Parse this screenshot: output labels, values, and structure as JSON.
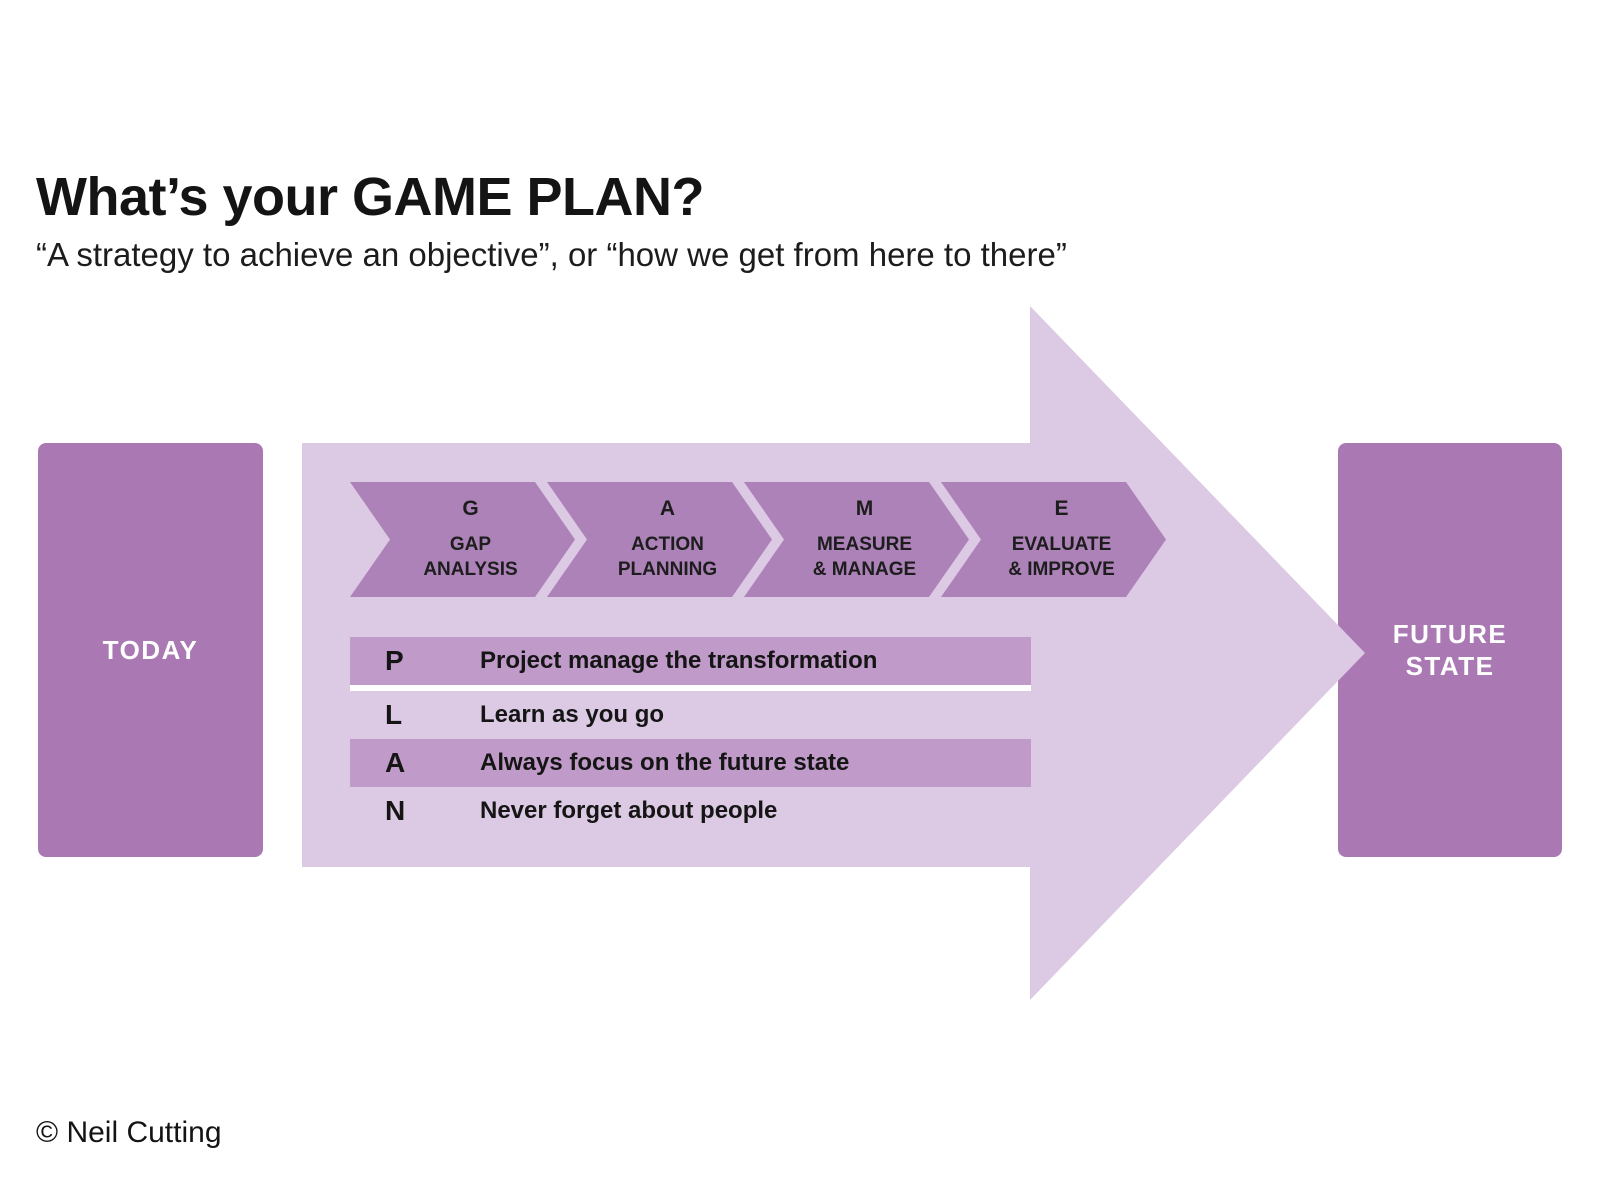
{
  "header": {
    "title": "What’s your GAME PLAN?",
    "subtitle": "“A strategy to achieve an objective”, or “how we get from here to there”"
  },
  "diagram": {
    "today_label": "TODAY",
    "future_label": "FUTURE STATE",
    "game_steps": [
      {
        "letter": "G",
        "line1": "GAP",
        "line2": "ANALYSIS"
      },
      {
        "letter": "A",
        "line1": "ACTION",
        "line2": "PLANNING"
      },
      {
        "letter": "M",
        "line1": "MEASURE",
        "line2": "& MANAGE"
      },
      {
        "letter": "E",
        "line1": "EVALUATE",
        "line2": "& IMPROVE"
      }
    ],
    "plan_rows": [
      {
        "letter": "P",
        "text": "Project manage the transformation"
      },
      {
        "letter": "L",
        "text": "Learn as you go"
      },
      {
        "letter": "A",
        "text": "Always focus on the future state"
      },
      {
        "letter": "N",
        "text": "Never forget about people"
      }
    ]
  },
  "footer": {
    "credit": "© Neil Cutting"
  },
  "colors": {
    "state_box_purple": "#aa79b4",
    "chevron_purple": "#ad82b8",
    "band_purple": "#c09ac8",
    "arrow_light": "#dcc9e3",
    "text_dark": "#141414",
    "text_white": "#ffffff"
  }
}
